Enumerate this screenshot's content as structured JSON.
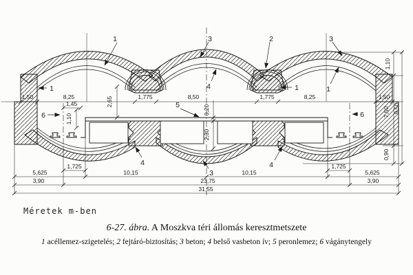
{
  "figure": {
    "units_note": "Méretek  m-ben",
    "caption": {
      "prefix": "6-27. ábra.",
      "text": " A Moszkva téri állomás keresztmetszete"
    },
    "legend": {
      "items": [
        {
          "num": "1",
          "text": " acéllemez-szigetelés; "
        },
        {
          "num": "2",
          "text": " fejtáró-biztosítás; "
        },
        {
          "num": "3",
          "text": " beton; "
        },
        {
          "num": "4",
          "text": " belső vasbeton ív; "
        },
        {
          "num": "5",
          "text": " peronlemez; "
        },
        {
          "num": "6",
          "text": " vágánytengely"
        }
      ]
    }
  },
  "drawing": {
    "callouts": {
      "c1": "1",
      "c2": "2",
      "c3": "3",
      "c4": "4",
      "c5": "5",
      "c6": "6"
    },
    "dims": {
      "wall": "1,50",
      "span_side": "8,25",
      "pylon": "1,775",
      "span_center": "8,50",
      "d145": "1,45",
      "d265": "2,65",
      "d020": "0,20",
      "d230": "2,30",
      "d110": "1,10",
      "d1725": "1,725",
      "d5625": "5,625",
      "d1015": "10,15",
      "d390": "3,90",
      "d2375": "23,75",
      "d3155": "31,55",
      "d750": "7,50",
      "d950": "9,50",
      "d090": "0,90"
    },
    "colors": {
      "ink": "#1a1a1a",
      "paper": "#fcfcfa"
    }
  }
}
